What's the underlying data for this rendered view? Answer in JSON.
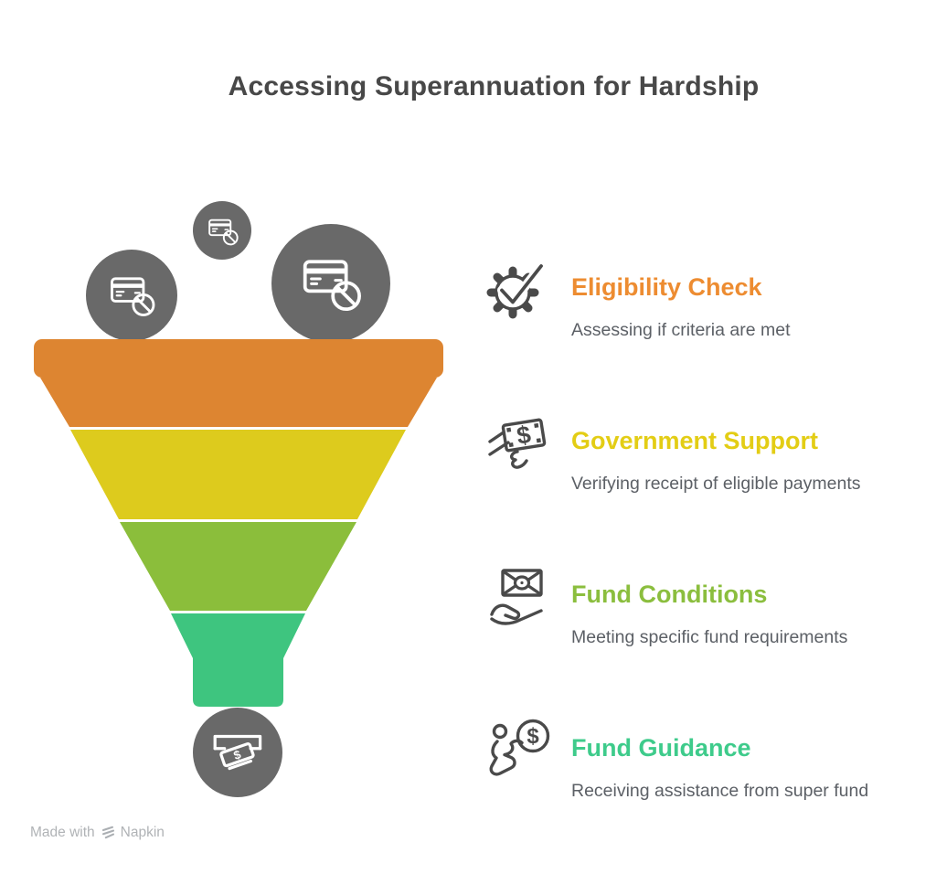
{
  "title": "Accessing Superannuation for Hardship",
  "stages": [
    {
      "label": "Eligibility Check",
      "description": "Assessing if criteria are met",
      "funnel_color": "#DD8531",
      "heading_color": "#ED8C31",
      "icon": "gear-check-icon"
    },
    {
      "label": "Government Support",
      "description": "Verifying receipt of eligible payments",
      "funnel_color": "#DDCB1D",
      "heading_color": "#E3CD15",
      "icon": "cash-payment-icon"
    },
    {
      "label": "Fund Conditions",
      "description": "Meeting specific fund requirements",
      "funnel_color": "#8BBE3B",
      "heading_color": "#8BBE3E",
      "icon": "banknote-hand-icon"
    },
    {
      "label": "Fund Guidance",
      "description": "Receiving assistance from super fund",
      "funnel_color": "#3EC57F",
      "heading_color": "#3ECB8B",
      "icon": "person-coin-icon"
    }
  ],
  "funnel_graphic": {
    "circle_color": "#696969",
    "icon_stroke": "#FFFFFF",
    "input_icon": "blocked-credit-card-icon",
    "output_icon": "cash-dispense-icon"
  },
  "currency_symbol": "$",
  "text_colors": {
    "title": "#484848",
    "description": "#5C6066",
    "footer": "#B0B3B6"
  },
  "footer": {
    "made_with": "Made with",
    "brand": "Napkin"
  }
}
